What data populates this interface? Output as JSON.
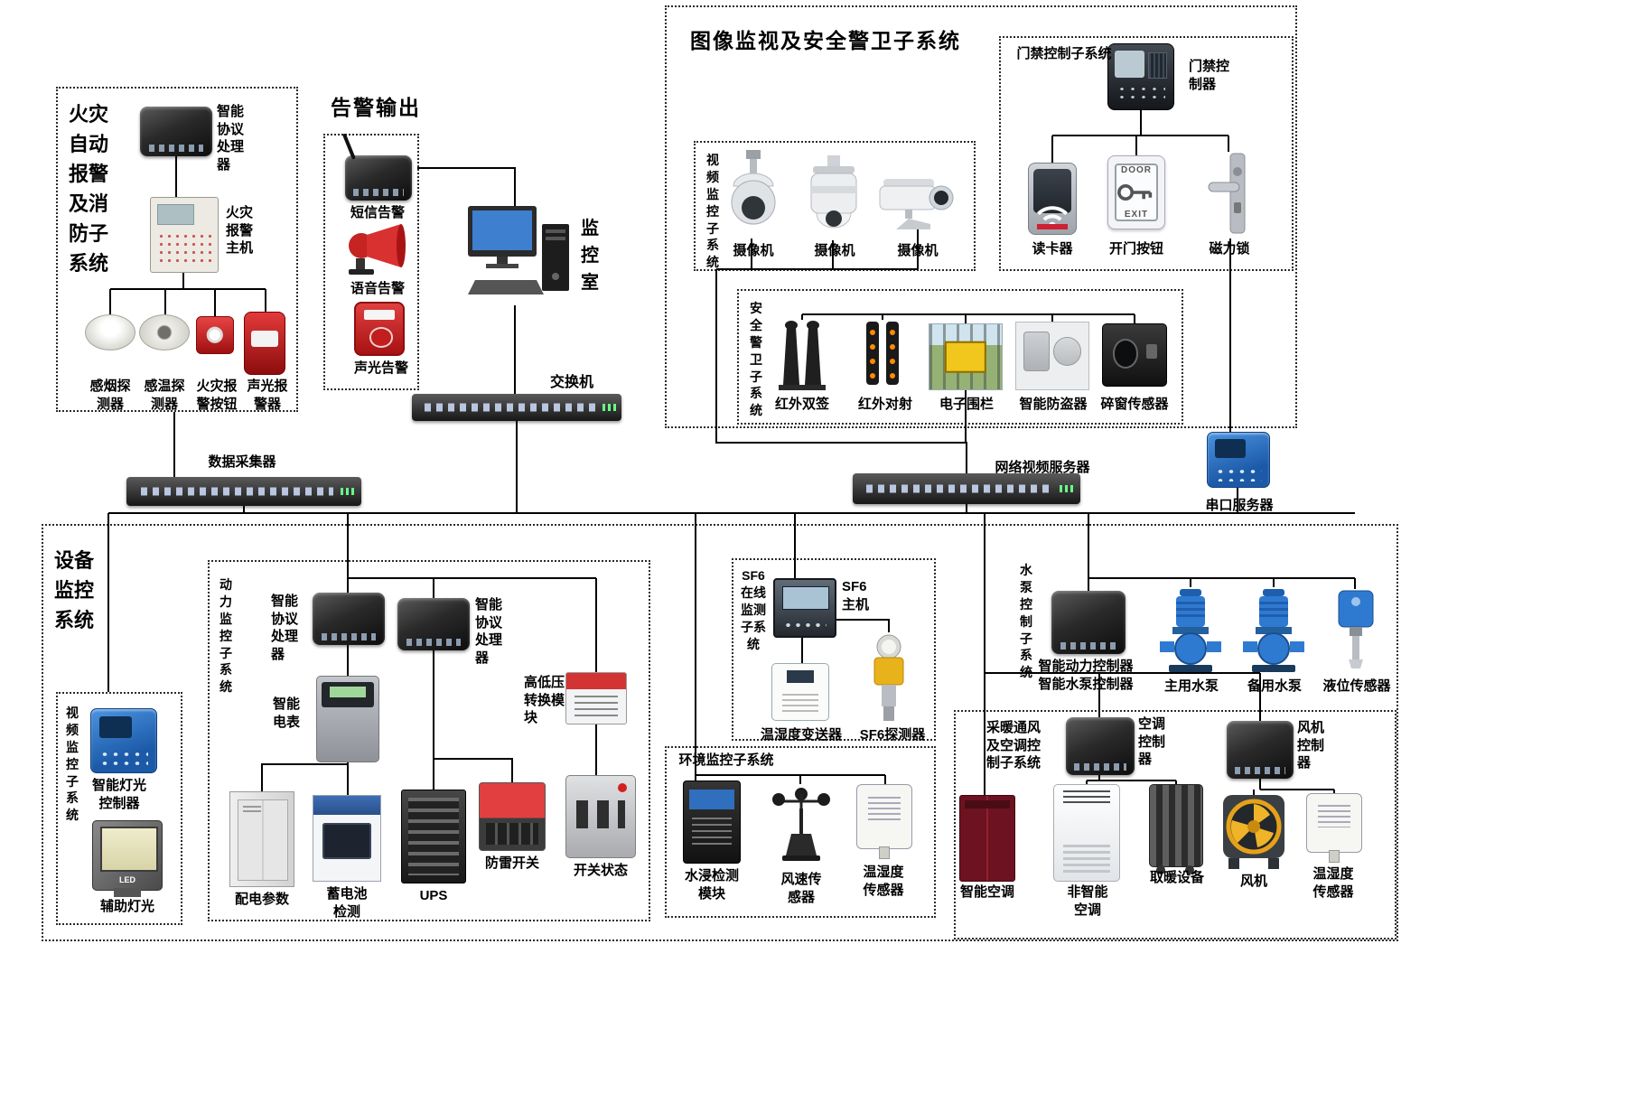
{
  "fire": {
    "title": "火灾自动报警及消防子系统",
    "processor": "智能协议处理器",
    "host": "火灾报警主机",
    "smoke": "感烟探测器",
    "temp": "感温探测器",
    "alarm_button": "火灾报警按钮",
    "sounder": "声光报警器"
  },
  "alarm_output": {
    "title": "告警输出",
    "sms": "短信告警",
    "voice": "语音告警",
    "sound_light": "声光告警"
  },
  "backbone": {
    "monitor_room": "监控室",
    "switch": "交换机",
    "collector": "数据采集器",
    "nvs": "网络视频服务器",
    "serial_server": "串口服务器"
  },
  "security": {
    "title": "图像监视及安全警卫子系统",
    "access": {
      "title": "门禁控制子系统",
      "controller": "门禁控制器",
      "reader": "读卡器",
      "open_button": "开门按钮",
      "door_text_top": "DOOR",
      "door_text_bottom": "EXIT",
      "mag_lock": "磁力锁"
    },
    "video": {
      "title": "视频监控子系统",
      "camera1": "摄像机",
      "camera2": "摄像机",
      "camera3": "摄像机"
    },
    "guard": {
      "title": "安全警卫子系统",
      "ir_dual": "红外双签",
      "ir_beam": "红外对射",
      "fence": "电子围栏",
      "burglar": "智能防盗器",
      "window_sensor": "碎窗传感器"
    }
  },
  "equipment": {
    "title": "设备监控系统",
    "video": {
      "title": "视频监控子系统",
      "light_controller": "智能灯光控制器",
      "led_text": "LED",
      "aux_light": "辅助灯光"
    },
    "power": {
      "title": "动力监控子系统",
      "processor1": "智能协议处理器",
      "processor2": "智能协议处理器",
      "meter": "智能电表",
      "hv_module": "高低压转换模块",
      "dist_params": "配电参数",
      "battery": "蓄电池检测",
      "ups": "UPS",
      "surge": "防雷开关",
      "switch_status": "开关状态"
    },
    "sf6": {
      "title": "SF6在线监测子系统",
      "host": "SF6主机",
      "transmitter": "温湿度变送器",
      "detector": "SF6探测器"
    },
    "env": {
      "title": "环境监控子系统",
      "water": "水浸检测模块",
      "wind": "风速传感器",
      "humidity": "温湿度传感器"
    },
    "pump": {
      "title": "水泵控制子系统",
      "controller_line1": "智能动力控制器",
      "controller_line2": "智能水泵控制器",
      "main_pump": "主用水泵",
      "backup_pump": "备用水泵",
      "level_sensor": "液位传感器"
    },
    "hvac": {
      "title": "采暖通风及空调控制子系统",
      "ac_controller": "空调控制器",
      "fan_controller": "风机控制器",
      "smart_ac": "智能空调",
      "plain_ac": "非智能空调",
      "heater": "取暖设备",
      "fan": "风机",
      "humidity": "温湿度传感器"
    }
  }
}
